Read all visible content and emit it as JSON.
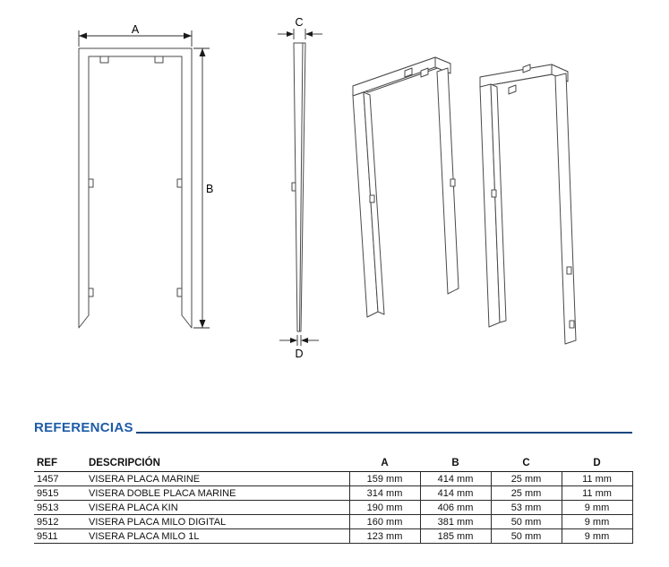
{
  "page": {
    "background": "#ffffff",
    "accent_color": "#1e5ca8",
    "rule_color": "#17477e"
  },
  "drawings": {
    "front_view": {
      "dim_a": "A",
      "dim_b": "B"
    },
    "side_view": {
      "dim_c": "C",
      "dim_d": "D"
    }
  },
  "references": {
    "title": "REFERENCIAS",
    "table": {
      "headers": [
        "REF",
        "DESCRIPCIÓN",
        "A",
        "B",
        "C",
        "D"
      ],
      "rows": [
        [
          "1457",
          "VISERA PLACA MARINE",
          "159 mm",
          "414 mm",
          "25 mm",
          "11 mm"
        ],
        [
          "9515",
          "VISERA DOBLE PLACA MARINE",
          "314 mm",
          "414 mm",
          "25 mm",
          "11 mm"
        ],
        [
          "9513",
          "VISERA PLACA KIN",
          "190 mm",
          "406 mm",
          "53 mm",
          "9 mm"
        ],
        [
          "9512",
          "VISERA PLACA MILO DIGITAL",
          "160 mm",
          "381 mm",
          "50 mm",
          "9 mm"
        ],
        [
          "9511",
          "VISERA PLACA MILO 1L",
          "123 mm",
          "185 mm",
          "50 mm",
          "9 mm"
        ]
      ]
    }
  }
}
